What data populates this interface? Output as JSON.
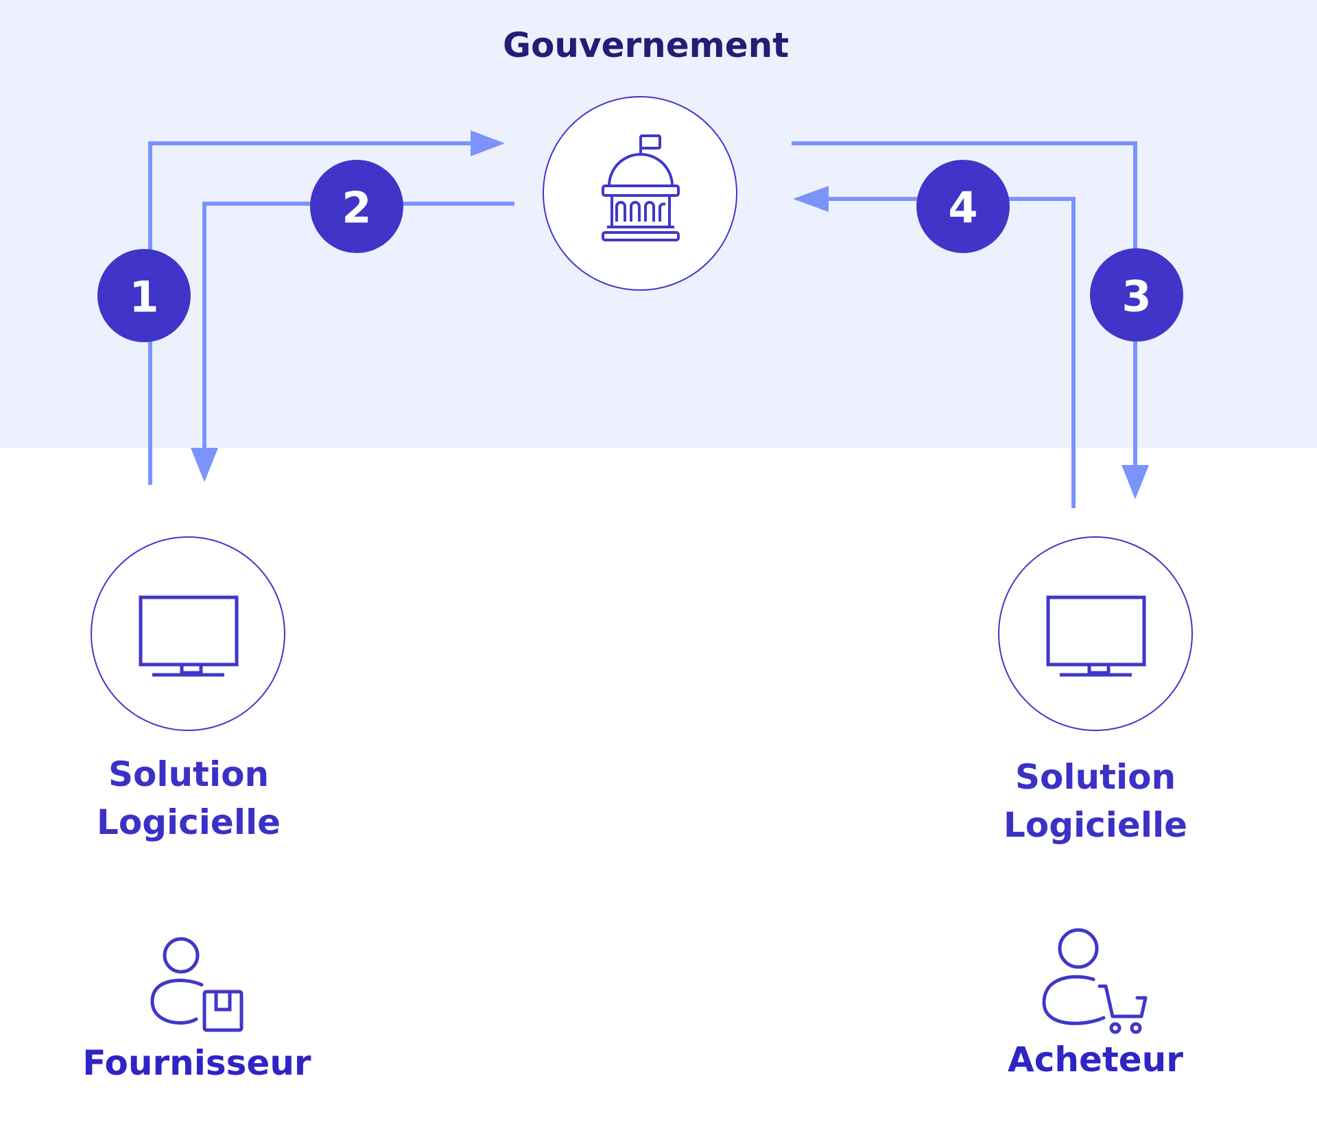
{
  "diagram": {
    "nodes": {
      "government": {
        "label": "Gouvernement",
        "icon": "government-building-icon"
      },
      "software_left": {
        "label_line1": "Solution",
        "label_line2": "Logicielle",
        "icon": "monitor-icon"
      },
      "software_right": {
        "label_line1": "Solution",
        "label_line2": "Logicielle",
        "icon": "monitor-icon"
      },
      "supplier": {
        "label": "Fournisseur",
        "icon": "supplier-person-box-icon"
      },
      "buyer": {
        "label": "Acheteur",
        "icon": "buyer-person-cart-icon"
      }
    },
    "steps": [
      {
        "number": "1",
        "from": "Solution Logicielle (Fournisseur)",
        "to": "Gouvernement"
      },
      {
        "number": "2",
        "from": "Gouvernement",
        "to": "Solution Logicielle (Fournisseur)"
      },
      {
        "number": "3",
        "from": "Gouvernement",
        "to": "Solution Logicielle (Acheteur)"
      },
      {
        "number": "4",
        "from": "Solution Logicielle (Acheteur)",
        "to": "Gouvernement"
      }
    ],
    "colors": {
      "band": "#edf1fd",
      "arrow": "#7b93fb",
      "badge": "#4035c8",
      "icon": "#4136c9",
      "title_text": "#221d75",
      "label_text": "#3b31c6"
    }
  }
}
